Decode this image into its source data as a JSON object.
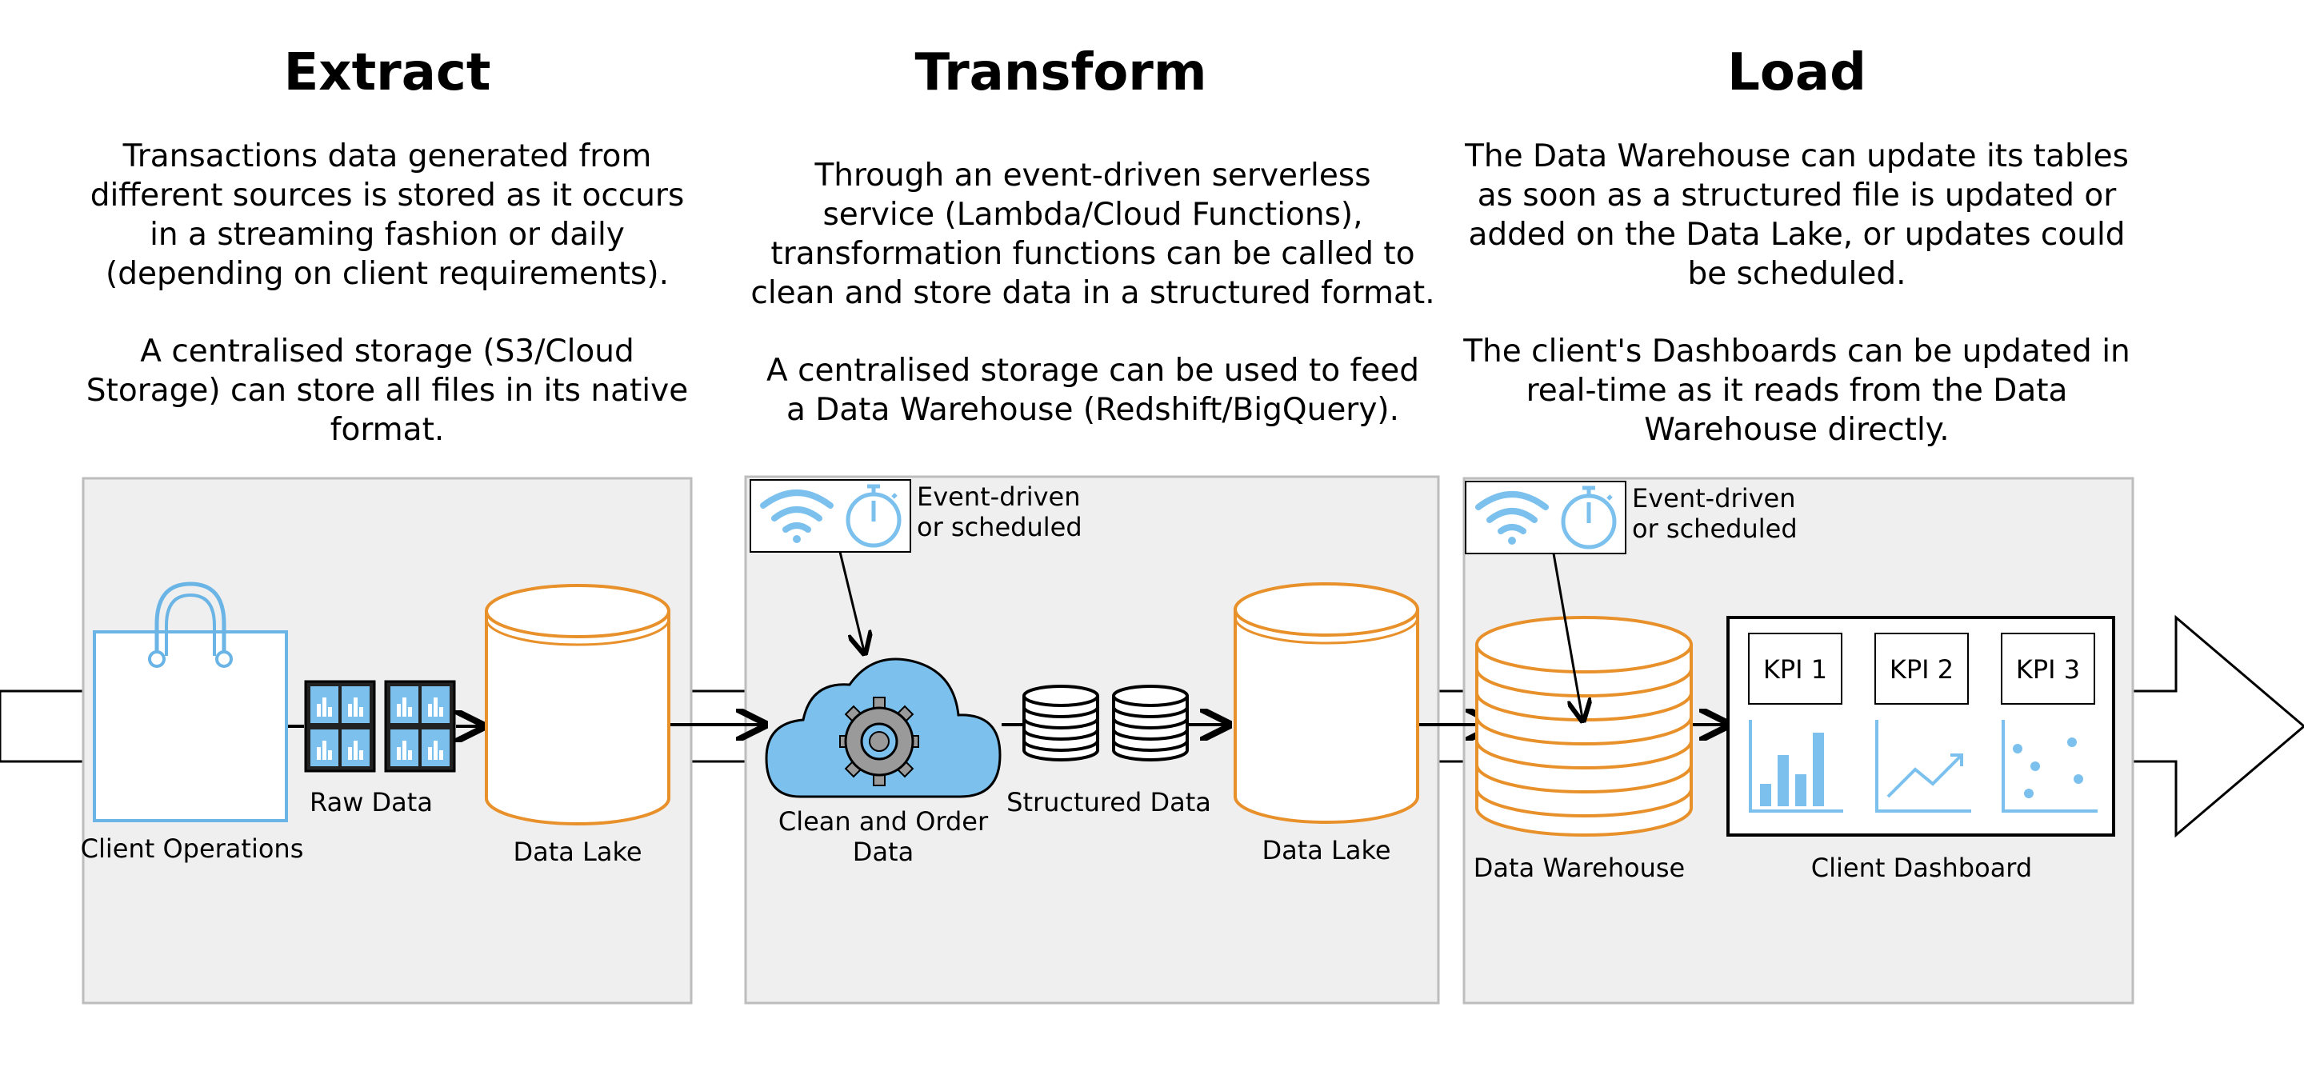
{
  "stages": [
    {
      "title": "Extract",
      "paragraphs": [
        [
          "Transactions data generated from",
          "different sources is stored as it occurs",
          "in a streaming fashion or daily",
          "(depending on client requirements)."
        ],
        [
          "A centralised storage (S3/Cloud",
          "Storage) can store all files in its native",
          "format."
        ]
      ]
    },
    {
      "title": "Transform",
      "paragraphs": [
        [
          "Through an event-driven serverless",
          "service (Lambda/Cloud Functions),",
          "transformation functions can be called to",
          "clean and store data in a structured format."
        ],
        [
          "A centralised storage can be used to feed",
          "a Data Warehouse (Redshift/BigQuery)."
        ]
      ]
    },
    {
      "title": "Load",
      "paragraphs": [
        [
          "The Data Warehouse can update its tables",
          "as soon as a structured file is updated or",
          "added on the Data Lake, or updates could",
          "be scheduled."
        ],
        [
          "The client's Dashboards can be updated in",
          "real-time as it reads from the Data",
          "Warehouse directly."
        ]
      ]
    }
  ],
  "nodes": {
    "client_operations": "Client Operations",
    "raw_data": "Raw Data",
    "data_lake_1": "Data Lake",
    "clean_order": [
      "Clean and Order",
      "Data"
    ],
    "structured_data": "Structured Data",
    "data_lake_2": "Data Lake",
    "data_warehouse": "Data Warehouse",
    "client_dashboard": "Client Dashboard"
  },
  "triggers": {
    "transform": [
      "Event-driven",
      "or scheduled"
    ],
    "load": [
      "Event-driven",
      "or scheduled"
    ]
  },
  "kpis": [
    "KPI 1",
    "KPI 2",
    "KPI 3"
  ],
  "colors": {
    "blue_outline": "#6ab4e6",
    "blue_fill": "#7cc1ee",
    "orange": "#e8902a",
    "panel": "#efefef",
    "panel_border": "#bdbdbd"
  }
}
